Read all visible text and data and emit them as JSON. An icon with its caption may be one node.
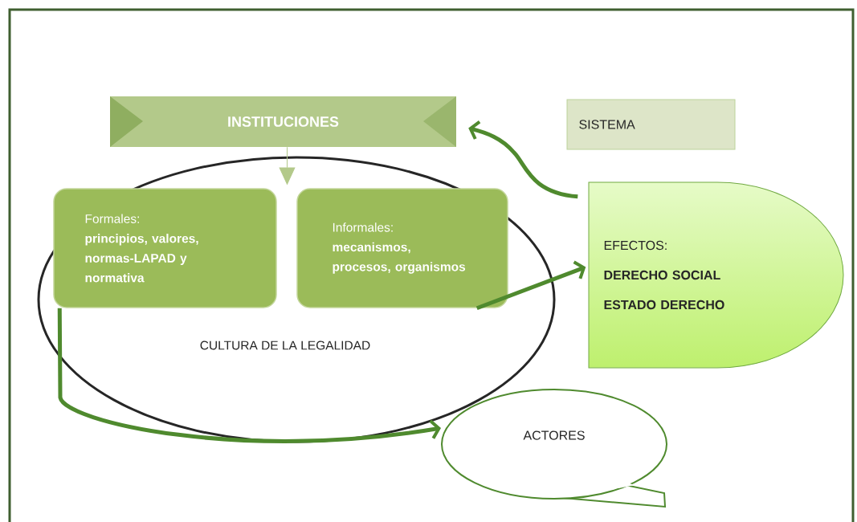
{
  "diagram": {
    "nodes": [
      {
        "text": [
          "INSTITUCIONES"
        ]
      },
      {
        "text": [
          "SISTEMA"
        ]
      },
      {
        "text": [
          "CULTURA DE LA LEGALIDAD"
        ]
      },
      {
        "text": [
          "Formales:",
          "principios, valores, normas-LAPAD y normativa"
        ],
        "in": 2
      },
      {
        "text": [
          "Informales:",
          "mecanismos, procesos, organismos"
        ],
        "in": 2
      },
      {
        "text": [
          "EFECTOS:",
          "DERECHO SOCIAL",
          "ESTADO DERECHO"
        ]
      },
      {
        "text": [
          "ACTORES"
        ]
      }
    ],
    "edges": [
      {
        "from": 0,
        "to": 2,
        "arrow": "to",
        "color": "#b3c98a"
      },
      {
        "from": 5,
        "to": 0,
        "arrow": "to"
      },
      {
        "from": 4,
        "to": 5,
        "arrow": "to"
      },
      {
        "from": 3,
        "to": 6,
        "arrow": "to"
      }
    ]
  }
}
